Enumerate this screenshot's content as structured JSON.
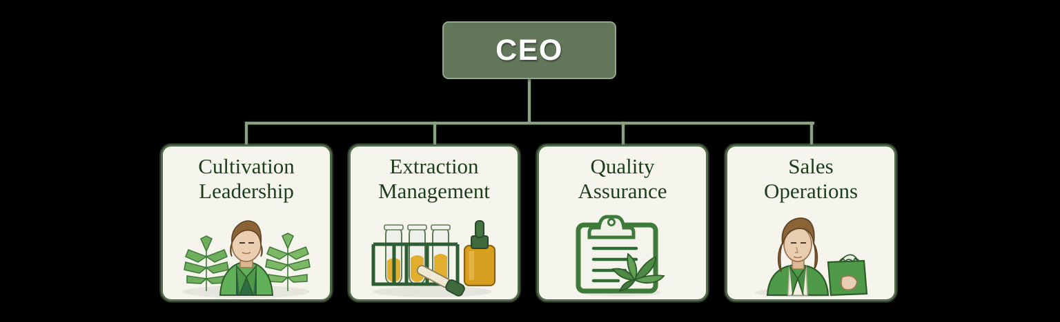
{
  "background_color": "#000000",
  "palette": {
    "root_fill": "#62775a",
    "root_border": "#93a98c",
    "root_text": "#ffffff",
    "child_fill": "#f6f5ed",
    "child_border": "#4f6b47",
    "child_text": "#1d3d1c",
    "connector": "#8ba184",
    "leaf_green": "#4e8a44",
    "amber": "#d9a324",
    "skin": "#e8cdb4",
    "hair": "#8a6336"
  },
  "chart_data": {
    "type": "diagram",
    "subtype": "organizational-chart",
    "title": "",
    "orientation": "top-down",
    "root": {
      "id": "ceo",
      "label": "CEO"
    },
    "nodes": [
      {
        "id": "cultivation-leadership",
        "label": "Cultivation\nLeadership",
        "parent": "ceo",
        "icon": "grower-with-cannabis-plants-illustration"
      },
      {
        "id": "extraction-management",
        "label": "Extraction\nManagement",
        "parent": "ceo",
        "icon": "test-tube-rack-and-dropper-bottle-illustration"
      },
      {
        "id": "quality-assurance",
        "label": "Quality\nAssurance",
        "parent": "ceo",
        "icon": "clipboard-with-cannabis-leaf-illustration"
      },
      {
        "id": "sales-operations",
        "label": "Sales\nOperations",
        "parent": "ceo",
        "icon": "sales-person-holding-product-bag-illustration"
      }
    ],
    "edges": [
      {
        "from": "ceo",
        "to": "cultivation-leadership"
      },
      {
        "from": "ceo",
        "to": "extraction-management"
      },
      {
        "from": "ceo",
        "to": "quality-assurance"
      },
      {
        "from": "ceo",
        "to": "sales-operations"
      }
    ]
  },
  "root": {
    "label": "CEO"
  },
  "children": [
    {
      "label": "Cultivation\nLeadership",
      "icon_name": "grower-with-cannabis-plants-illustration"
    },
    {
      "label": "Extraction\nManagement",
      "icon_name": "test-tube-rack-and-dropper-bottle-illustration"
    },
    {
      "label": "Quality\nAssurance",
      "icon_name": "clipboard-with-cannabis-leaf-illustration"
    },
    {
      "label": "Sales\nOperations",
      "icon_name": "sales-person-holding-product-bag-illustration"
    }
  ]
}
